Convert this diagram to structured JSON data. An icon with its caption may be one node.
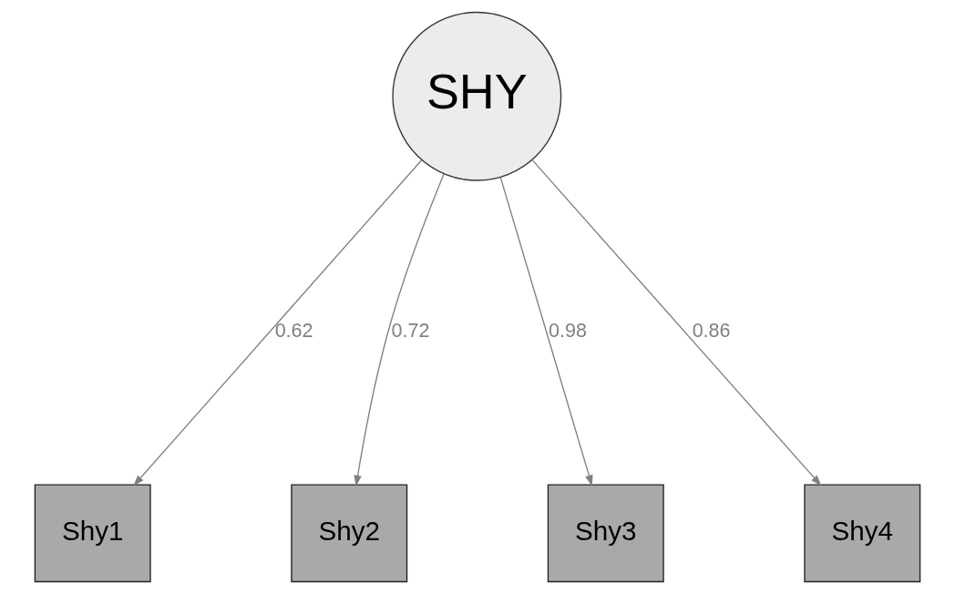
{
  "diagram": {
    "nodes": [
      {
        "text": [
          "SHY"
        ]
      },
      {
        "text": [
          "Shy1"
        ]
      },
      {
        "text": [
          "Shy2"
        ]
      },
      {
        "text": [
          "Shy3"
        ]
      },
      {
        "text": [
          "Shy4"
        ]
      }
    ],
    "edges": [
      {
        "from": 0,
        "to": 1,
        "arrow": "to",
        "label": "0.62"
      },
      {
        "from": 0,
        "to": 2,
        "arrow": "to",
        "label": "0.72"
      },
      {
        "from": 0,
        "to": 3,
        "arrow": "to",
        "label": "0.98"
      },
      {
        "from": 0,
        "to": 4,
        "arrow": "to",
        "label": "0.86"
      }
    ]
  }
}
